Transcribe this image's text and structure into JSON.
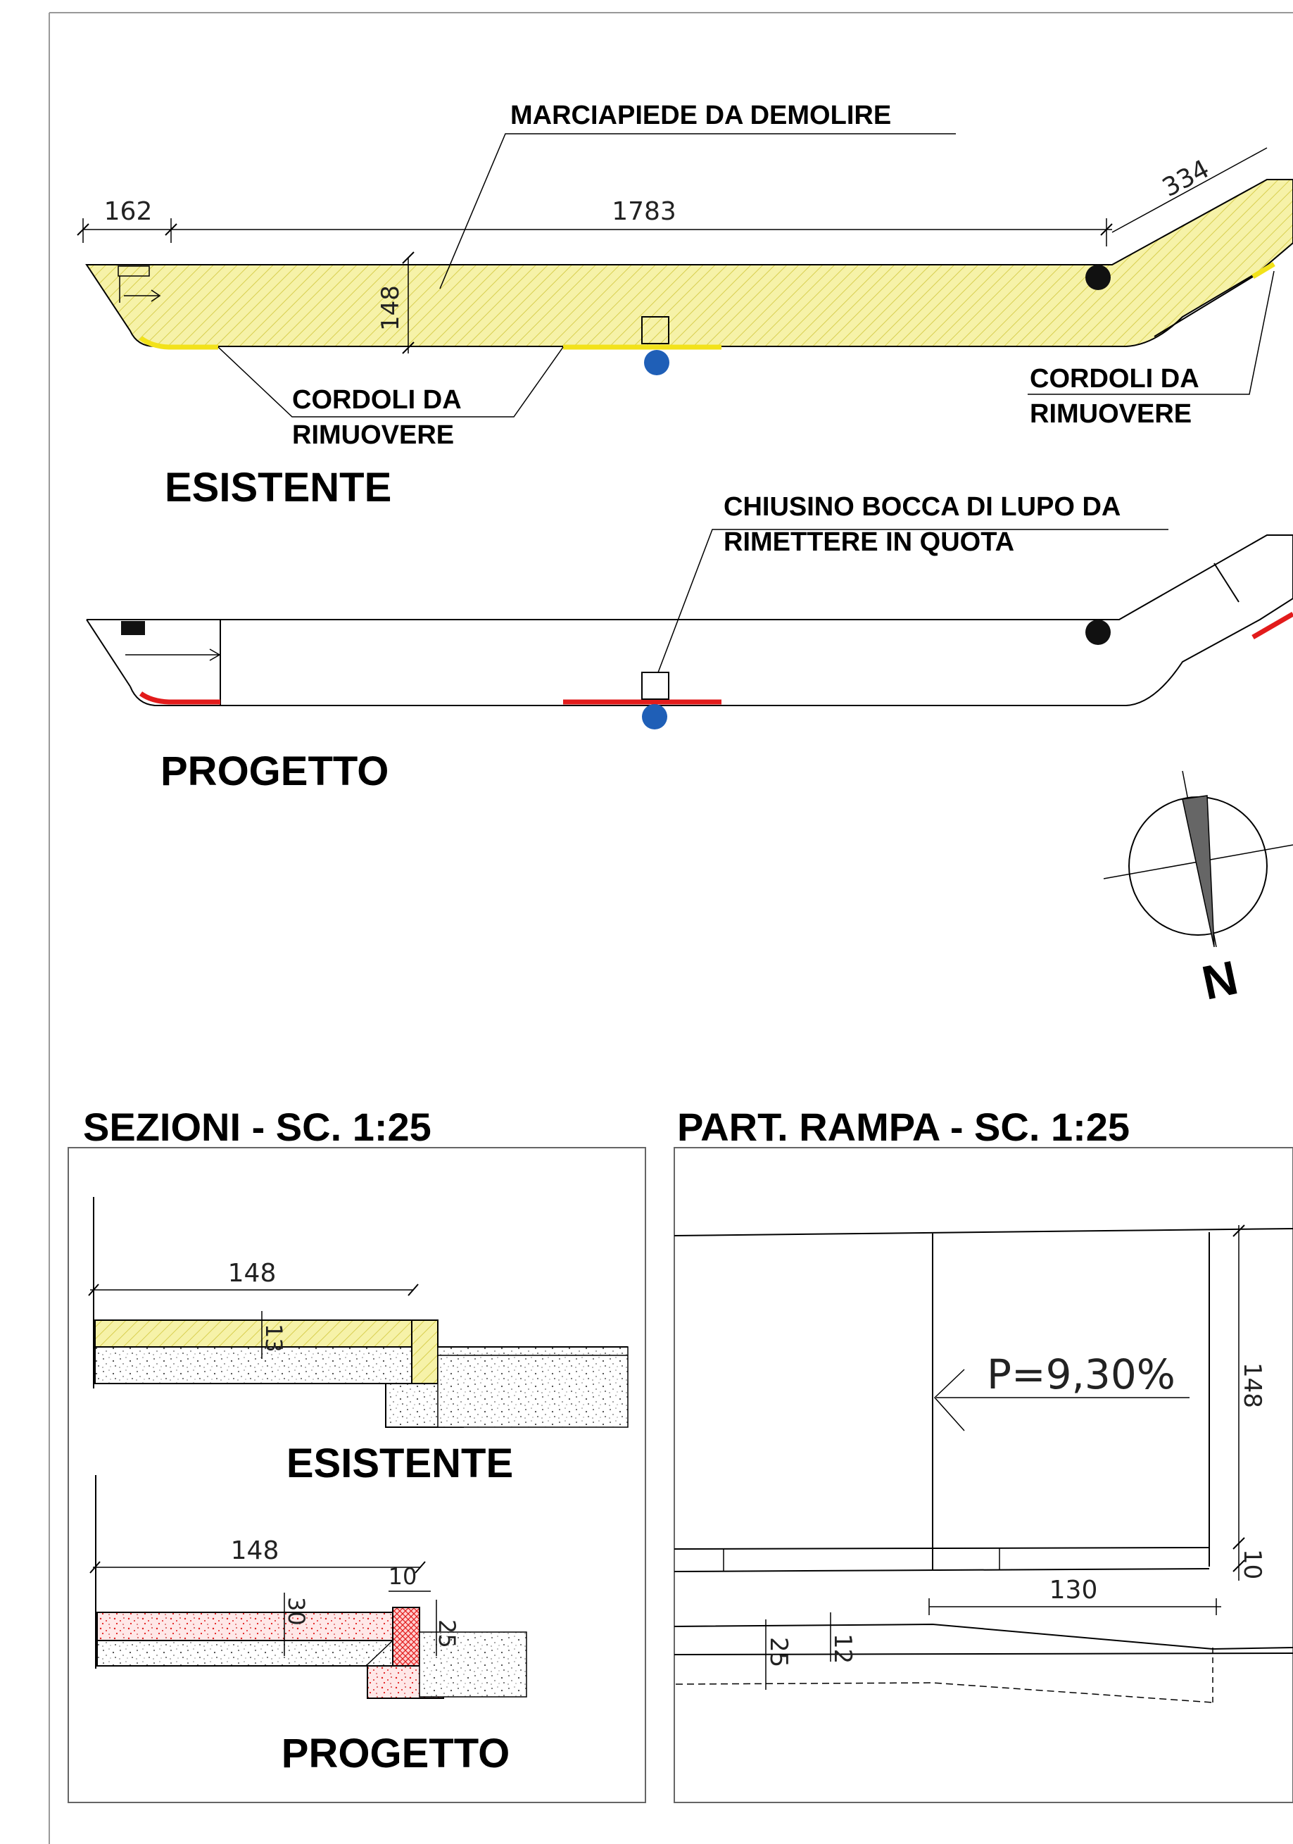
{
  "colors": {
    "existing_hatch": "#f6f2a8",
    "existing_curb": "#f2e21a",
    "project_curb": "#e21b1b",
    "manhole": "#1f5fb7",
    "lamp_post": "#111111",
    "line": "#000000"
  },
  "plan": {
    "esistente": {
      "title": "ESISTENTE",
      "callout_top": "MARCIAPIEDE DA DEMOLIRE",
      "callout_curb_left": [
        "CORDOLI DA",
        "RIMUOVERE"
      ],
      "callout_curb_right": [
        "CORDOLI DA",
        "RIMUOVERE"
      ],
      "dim_left": "162",
      "dim_main": "1783",
      "dim_angled": "334",
      "dim_width": "148"
    },
    "progetto": {
      "title": "PROGETTO",
      "callout_manhole": [
        "CHIUSINO BOCCA DI LUPO DA",
        "RIMETTERE IN QUOTA"
      ]
    },
    "north_arrow": {
      "label": "N"
    }
  },
  "sections": {
    "title": "SEZIONI - SC. 1:25",
    "esistente": {
      "title": "ESISTENTE",
      "dim_width": "148",
      "dim_thickness": "13"
    },
    "progetto": {
      "title": "PROGETTO",
      "dim_width": "148",
      "dim_thickness": "30",
      "dim_curb_width": "10",
      "dim_curb_height": "25"
    }
  },
  "ramp_detail": {
    "title": "PART. RAMPA - SC. 1:25",
    "slope_label": "P=9,30%",
    "dim_width": "148",
    "dim_curb": "10",
    "dim_length": "130",
    "dim_step": "12",
    "dim_height": "25"
  }
}
